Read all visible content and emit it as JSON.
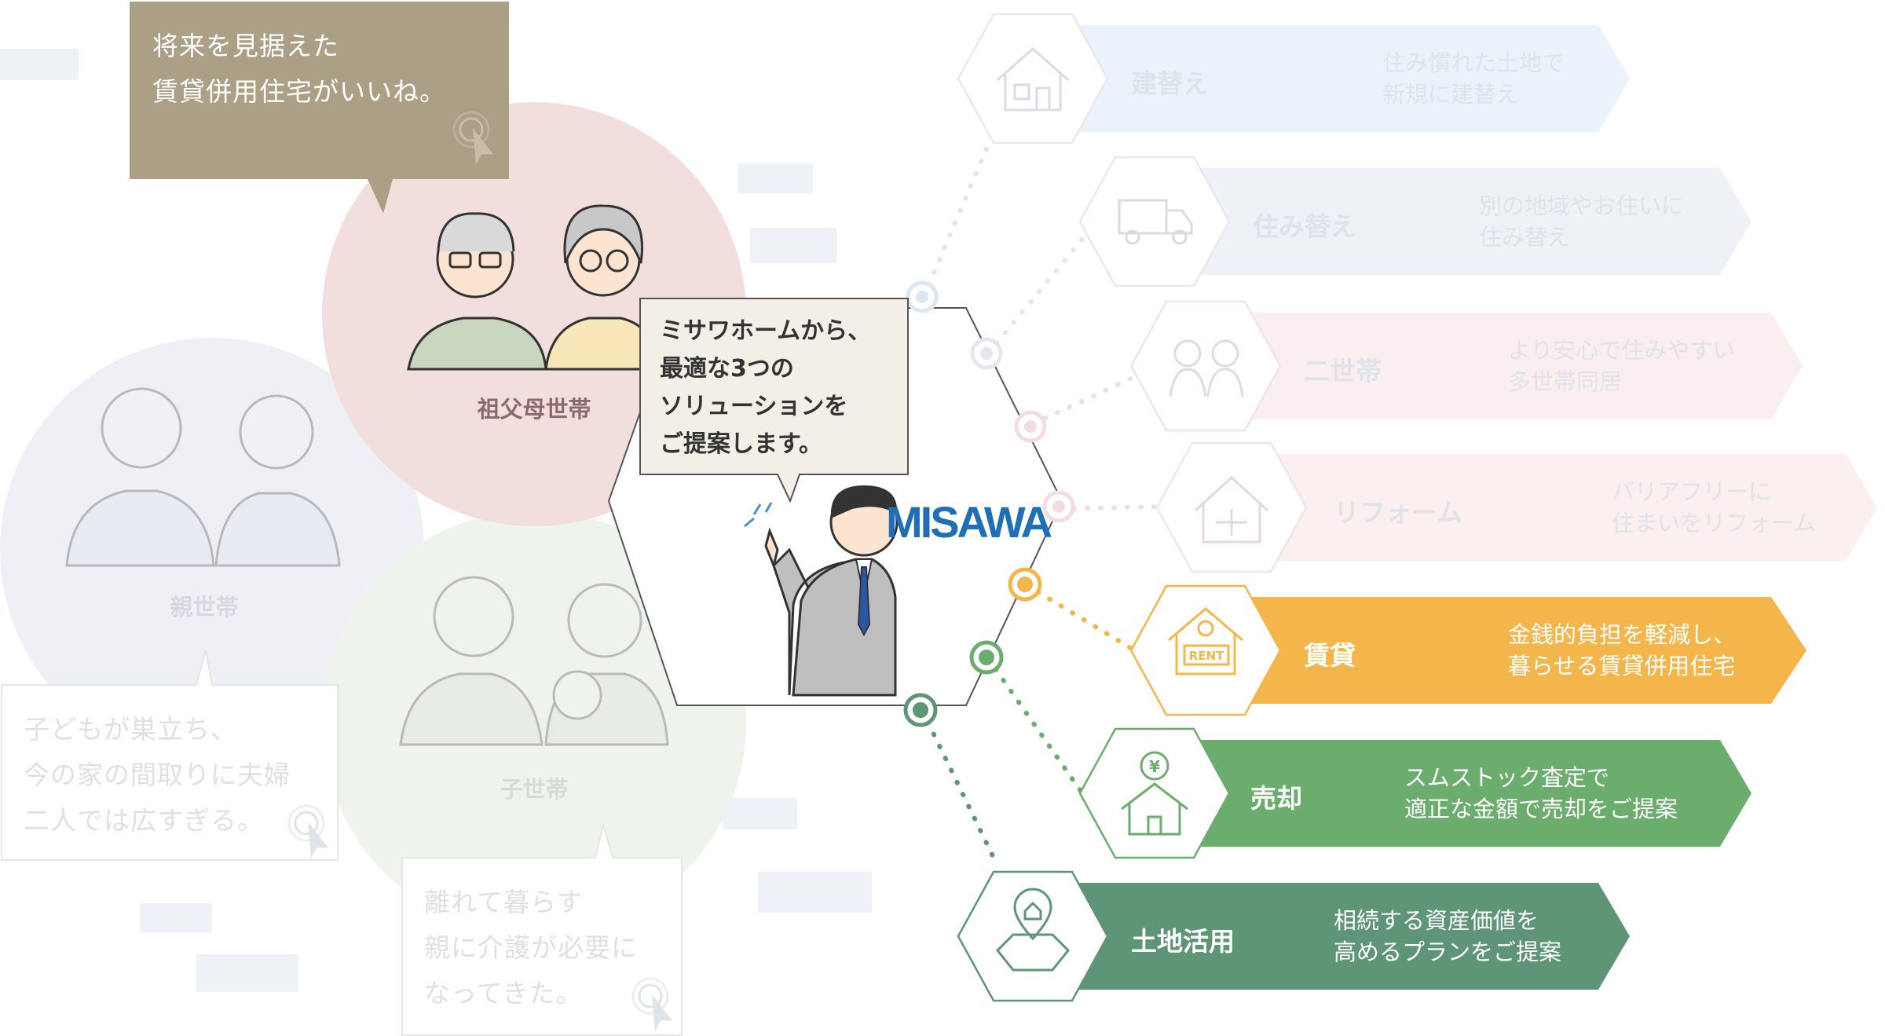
{
  "brand": {
    "name": "MISAWA",
    "color": "#1f6fb6"
  },
  "advisor_bubble": {
    "lines": "ミサワホームから、\n最適な3つの\nソリューションを\nご提案します。"
  },
  "households": [
    {
      "label": "祖父母世帯",
      "speech": "将来を見据えた\n賃貸併用住宅がいいね。",
      "active": true,
      "color": "#f3dede"
    },
    {
      "label": "親世帯",
      "speech": "子どもが巣立ち、\n今の家の間取りに夫婦\n二人では広すぎる。",
      "active": false,
      "color": "#eef0f5"
    },
    {
      "label": "子世帯",
      "speech": "離れて暮らす\n親に介護が必要に\nなってきた。",
      "active": false,
      "color": "#eef3ec"
    }
  ],
  "solutions": [
    {
      "label": "建替え",
      "desc": "住み慣れた土地で\n新規に建替え",
      "active": false,
      "color": "#eaf2fb",
      "icon": "house-icon"
    },
    {
      "label": "住み替え",
      "desc": "別の地域やお住いに\n住み替え",
      "active": false,
      "color": "#eef1f6",
      "icon": "moving-truck-icon"
    },
    {
      "label": "二世帯",
      "desc": "より安心で住みやすい\n多世帯同居",
      "active": false,
      "color": "#fbeef1",
      "icon": "family-icon"
    },
    {
      "label": "リフォーム",
      "desc": "バリアフリーに\n住まいをリフォーム",
      "active": false,
      "color": "#fcefef",
      "icon": "renovation-icon"
    },
    {
      "label": "賃貸",
      "desc": "金銭的負担を軽減し、\n暮らせる賃貸併用住宅",
      "active": true,
      "color": "#f4b64b",
      "icon": "rent-house-icon",
      "icon_text": "RENT"
    },
    {
      "label": "売却",
      "desc": "スムストック査定で\n適正な金額で売却をご提案",
      "active": true,
      "color": "#6aad6c",
      "icon": "yen-house-icon",
      "icon_text": "¥"
    },
    {
      "label": "土地活用",
      "desc": "相続する資産価値を\n高めるプランをご提案",
      "active": true,
      "color": "#5f9577",
      "icon": "map-pin-icon"
    }
  ]
}
